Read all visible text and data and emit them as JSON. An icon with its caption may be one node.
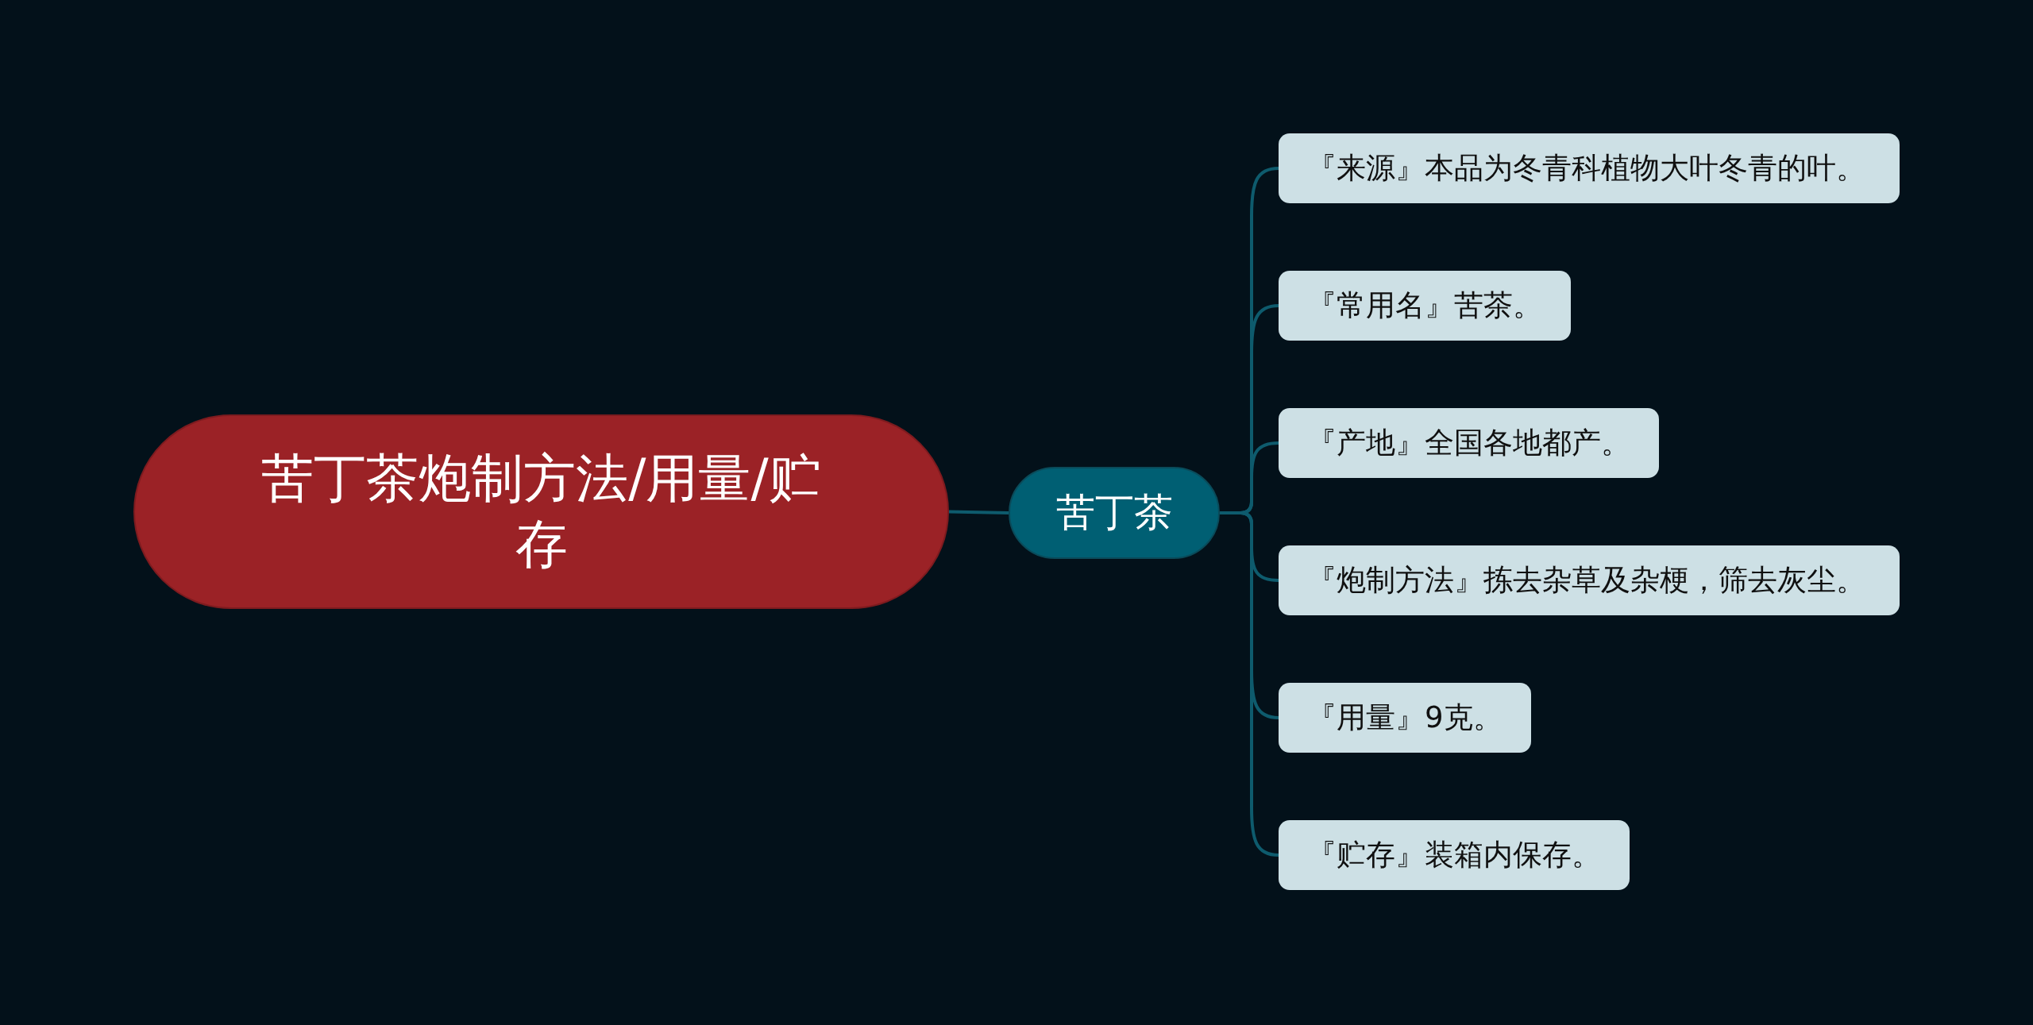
{
  "diagram": {
    "nodes": [
      {
        "text": [
          "苦丁茶炮制方法/用量/贮存"
        ]
      },
      {
        "text": [
          "苦丁茶"
        ]
      },
      {
        "text": [
          "『来源』本品为冬青科植物大叶冬青的叶。"
        ]
      },
      {
        "text": [
          "『常用名』苦茶。"
        ]
      },
      {
        "text": [
          "『产地』全国各地都产。"
        ]
      },
      {
        "text": [
          "『炮制方法』拣去杂草及杂梗，筛去灰尘。"
        ]
      },
      {
        "text": [
          "『用量』9克。"
        ]
      },
      {
        "text": [
          "『贮存』装箱内保存。"
        ]
      }
    ],
    "edges": [
      {
        "from": 0,
        "to": 1,
        "arrow": "none"
      },
      {
        "from": 1,
        "to": 2,
        "arrow": "none"
      },
      {
        "from": 1,
        "to": 3,
        "arrow": "none"
      },
      {
        "from": 1,
        "to": 4,
        "arrow": "none"
      },
      {
        "from": 1,
        "to": 5,
        "arrow": "none"
      },
      {
        "from": 1,
        "to": 6,
        "arrow": "none"
      },
      {
        "from": 1,
        "to": 7,
        "arrow": "none"
      }
    ]
  }
}
